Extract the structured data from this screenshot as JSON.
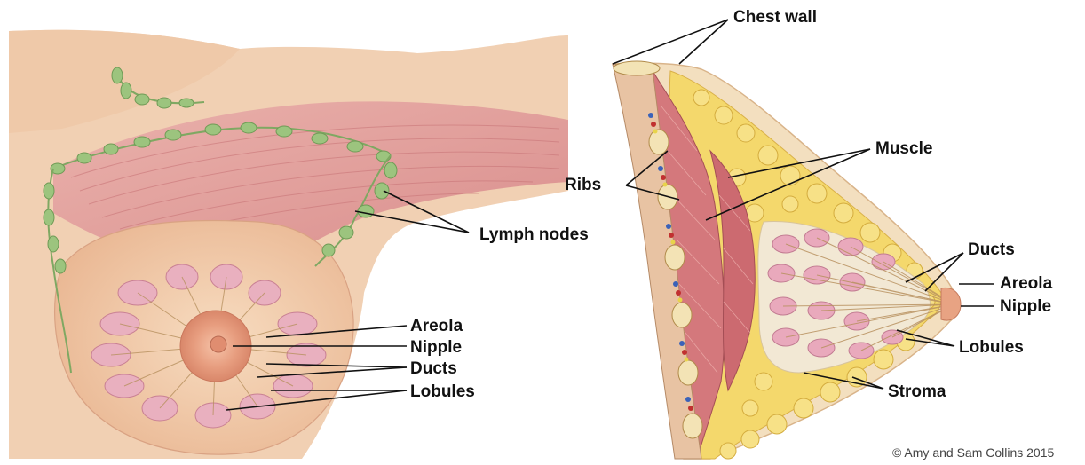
{
  "front_view": {
    "labels": {
      "lymph_nodes": "Lymph nodes",
      "areola": "Areola",
      "nipple": "Nipple",
      "ducts": "Ducts",
      "lobules": "Lobules"
    }
  },
  "side_view": {
    "labels": {
      "chest_wall": "Chest wall",
      "muscle": "Muscle",
      "ribs": "Ribs",
      "ducts": "Ducts",
      "areola": "Areola",
      "nipple": "Nipple",
      "lobules": "Lobules",
      "stroma": "Stroma"
    }
  },
  "credit": "© Amy and Sam Collins 2015",
  "colors": {
    "skin": "#f2c9a6",
    "skin_shadow": "#e2a98a",
    "muscle": "#d9878a",
    "muscle_dark": "#b8555b",
    "lymph": "#8fb870",
    "lobule": "#e8a9bb",
    "fat": "#f3d66a",
    "areola": "#e89a78",
    "leader_line": "#111111"
  }
}
